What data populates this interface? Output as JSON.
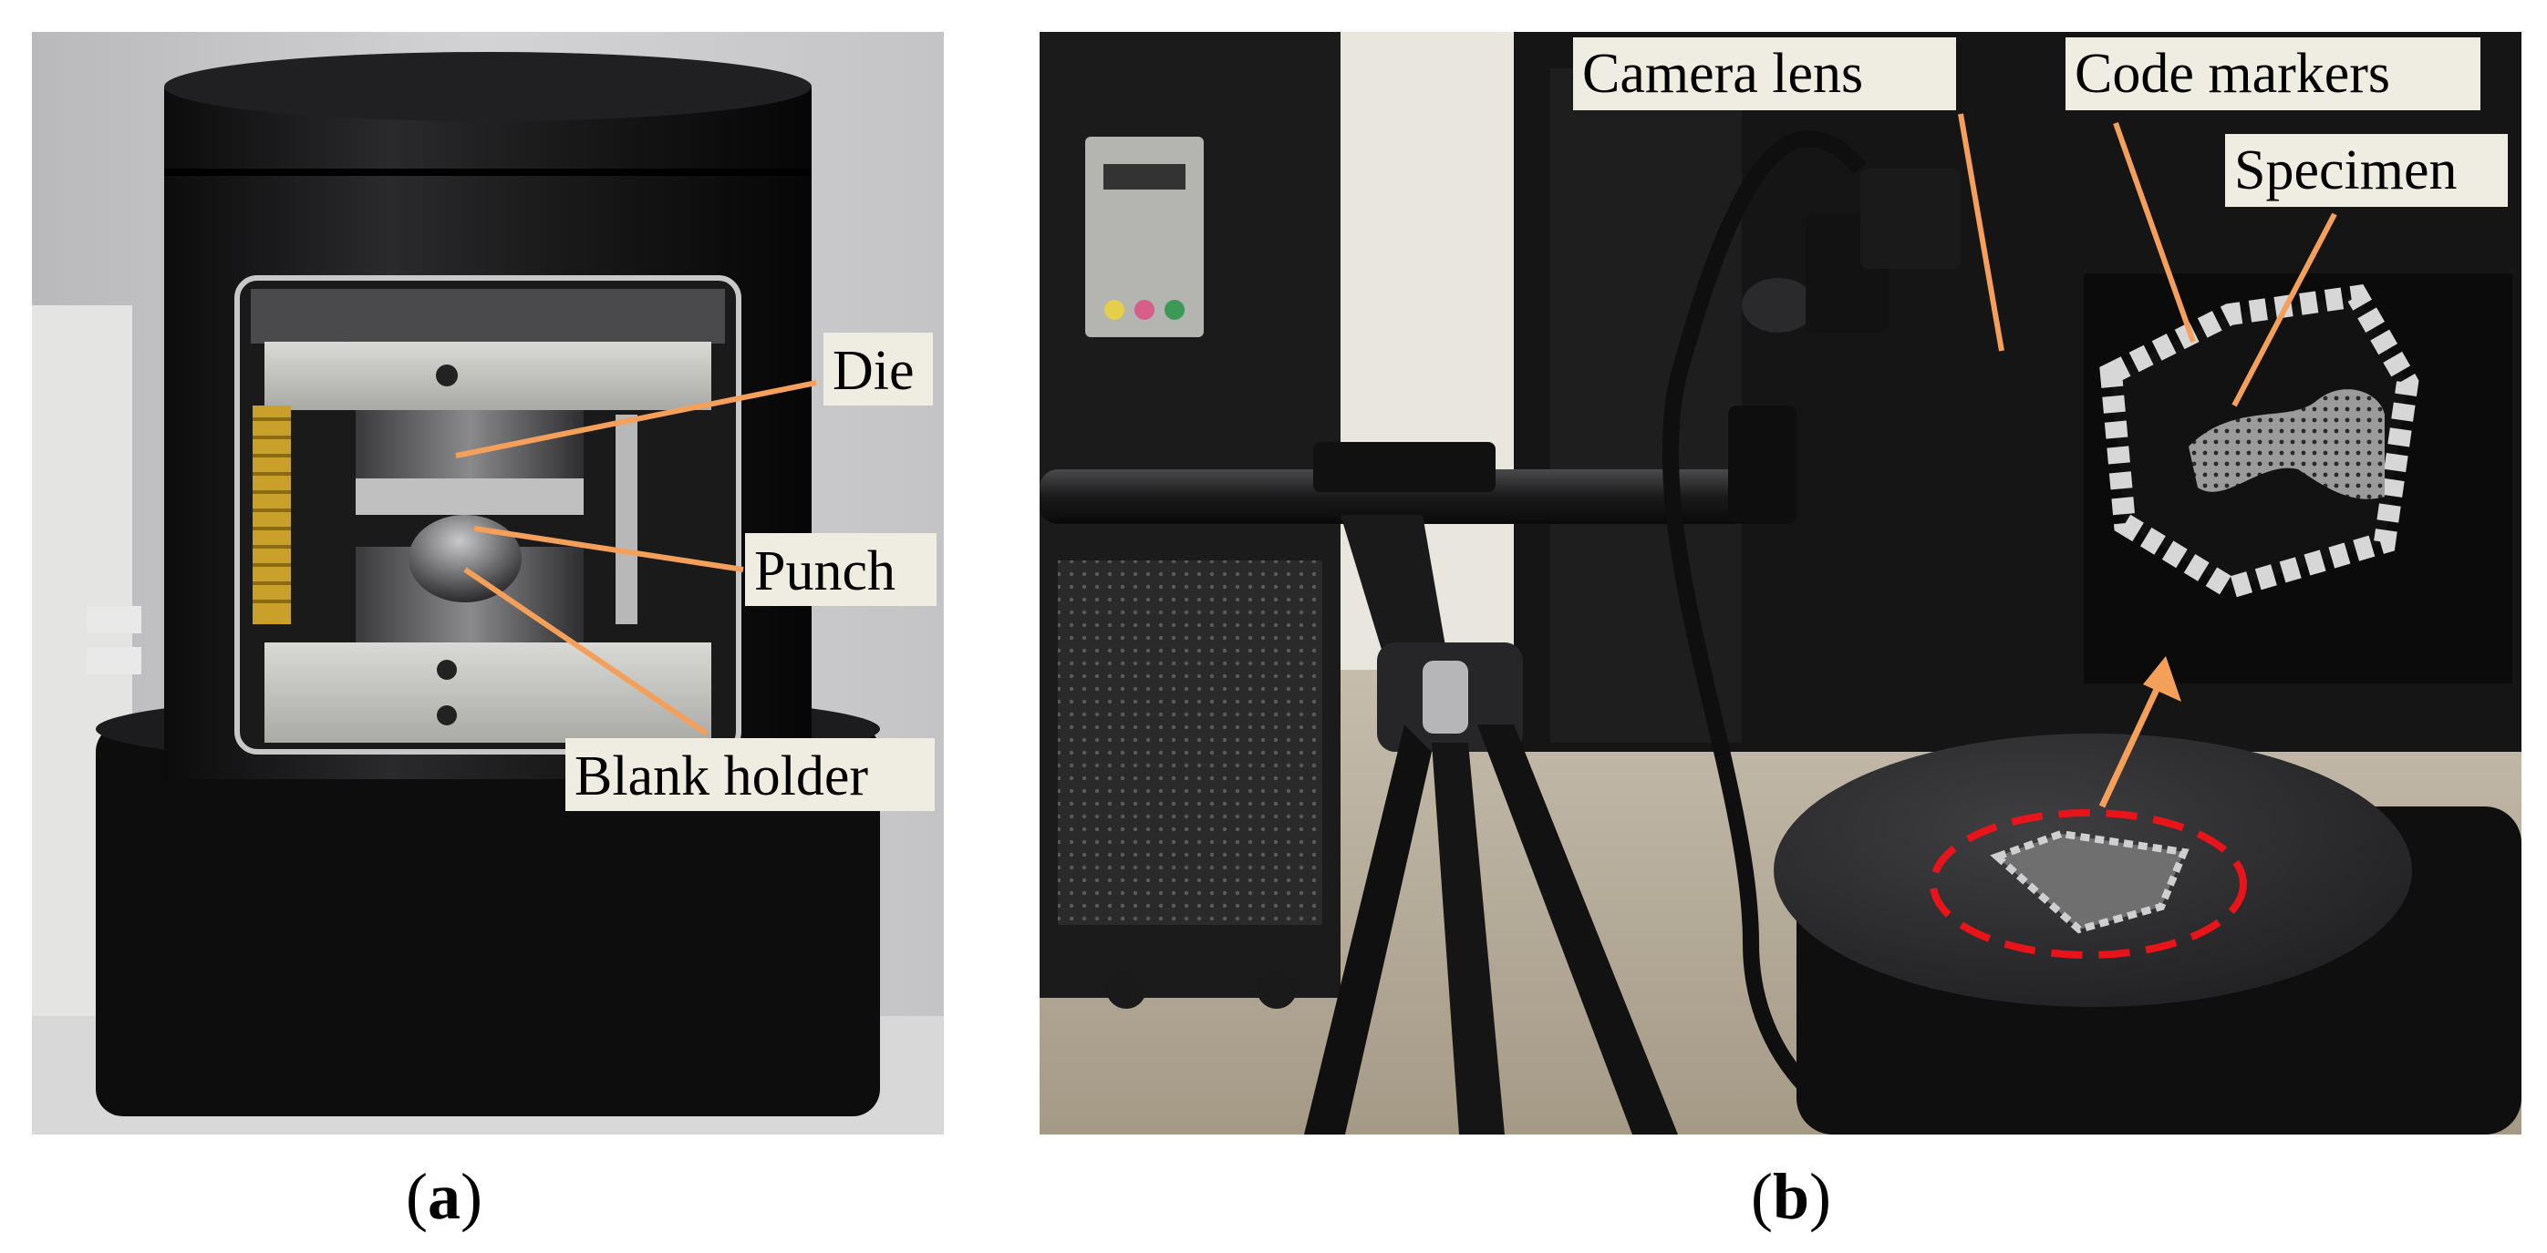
{
  "panel_a": {
    "caption_letter": "a",
    "labels": {
      "die": "Die",
      "punch": "Punch",
      "blank_holder": "Blank holder"
    }
  },
  "panel_b": {
    "caption_letter": "b",
    "labels": {
      "camera_lens": "Camera lens",
      "code_markers": "Code markers",
      "specimen": "Specimen"
    }
  },
  "colors": {
    "leader_line": "#f5a05a",
    "highlight_circle": "#e8141a",
    "label_box": "#efece1"
  }
}
